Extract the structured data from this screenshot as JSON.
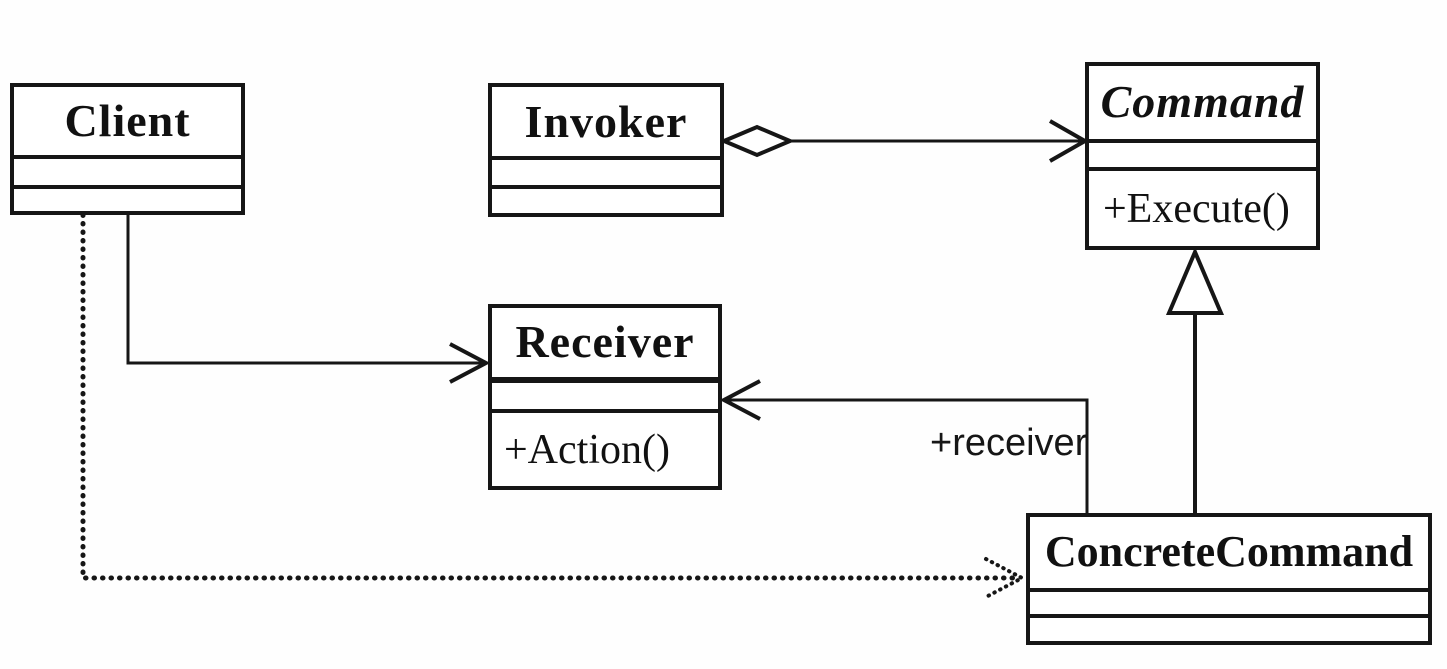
{
  "diagram": {
    "kind": "uml-class-diagram",
    "classes": {
      "client": {
        "name": "Client"
      },
      "invoker": {
        "name": "Invoker"
      },
      "command": {
        "name": "Command",
        "operation": "+Execute()"
      },
      "receiver": {
        "name": "Receiver",
        "operation": "+Action()"
      },
      "concrete_command": {
        "name": "ConcreteCommand"
      }
    },
    "labels": {
      "receiver_role": "+receiver"
    },
    "relationships": {
      "invoker_to_command": "aggregation",
      "client_to_receiver": "association",
      "concrete_command_to_receiver": "association",
      "concrete_command_to_command": "generalization",
      "client_to_concrete_command": "dependency"
    },
    "colors": {
      "line": "#161616",
      "background": "#ffffff"
    }
  }
}
